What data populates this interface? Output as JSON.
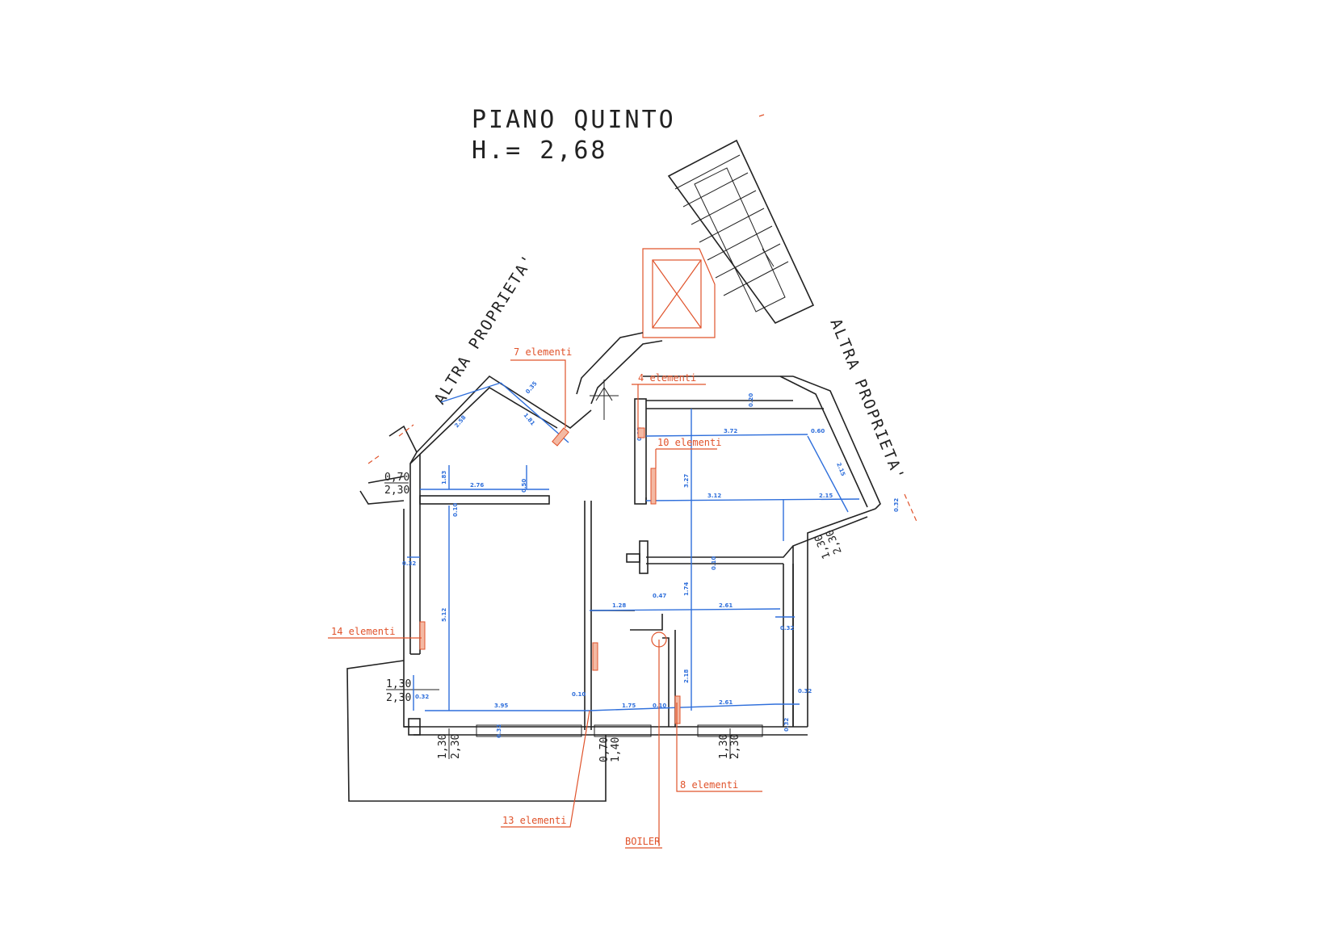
{
  "title": {
    "line1": "PIANO QUINTO",
    "line2": "H.= 2,68"
  },
  "neighbors": {
    "left": "ALTRA PROPRIETA'",
    "right": "ALTRA PROPRIETA'"
  },
  "radiators": {
    "r7": "7 elementi",
    "r4": "4 elementi",
    "r10": "10 elementi",
    "r14": "14 elementi",
    "r13": "13 elementi",
    "r8": "8 elementi",
    "boiler": "BOILER"
  },
  "windows": {
    "w1_top": "0,70",
    "w1_bot": "2,30",
    "w2_top": "1,30",
    "w2_bot": "2,30",
    "w3_a": "1,30",
    "w3_b": "2,30",
    "w4_a": "0,70",
    "w4_b": "1,40",
    "w5_a": "1,30",
    "w5_b": "2,30",
    "w6_a": "1,30",
    "w6_b": "2,30"
  },
  "dimensions": {
    "d_276": "2.76",
    "d_050": "0.50",
    "d_183": "1.83",
    "d_258": "2.58",
    "d_181": "1.81",
    "d_035": "0.35",
    "d_010a": "0.10",
    "d_032a": "0.32",
    "d_512": "5.12",
    "d_395": "3.95",
    "d_032b": "0.32",
    "d_032c": "0.32",
    "d_010b": "0.10",
    "d_175": "1.75",
    "d_010c": "0.10",
    "d_261a": "2.61",
    "d_032d": "0.32",
    "d_032e": "0.32",
    "d_128": "1.28",
    "d_047": "0.47",
    "d_261b": "2.61",
    "d_032f": "0.32",
    "d_174": "1.74",
    "d_218": "2.18",
    "d_327": "3.27",
    "d_010d": "0.10",
    "d_372": "3.72",
    "d_060": "0.60",
    "d_312": "3.12",
    "d_215a": "2.15",
    "d_215b": "2.15",
    "d_020": "0.20",
    "d_032g": "0.32",
    "d_085": "0.85"
  }
}
